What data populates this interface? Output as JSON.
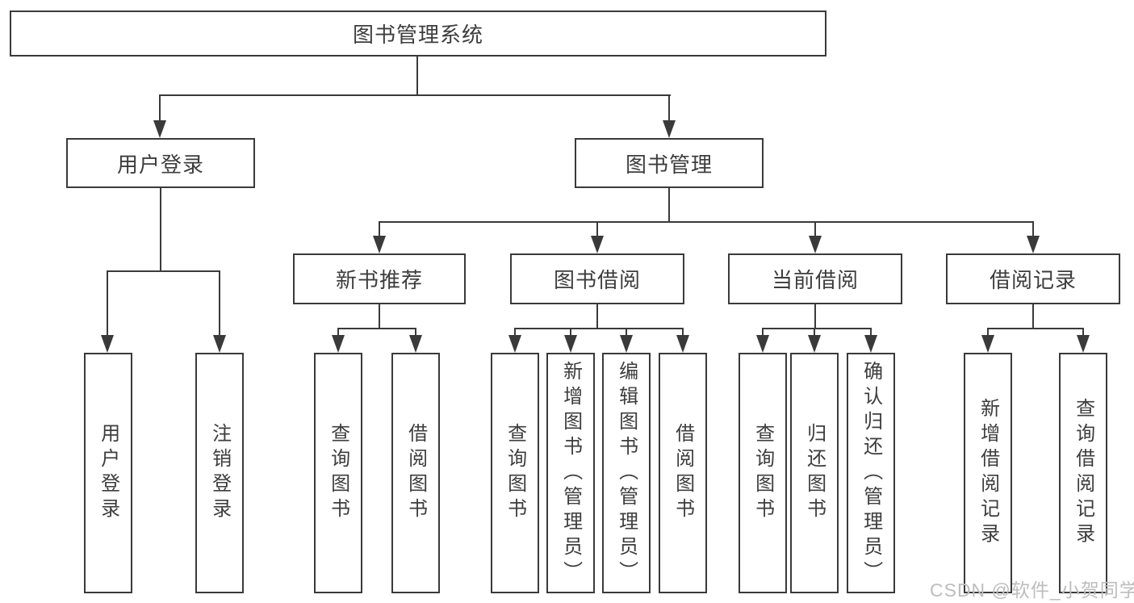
{
  "colors": {
    "line": "#3a3a3a",
    "text": "#3d3d3d",
    "background": "#ffffff",
    "watermark": "#bdbdbd"
  },
  "watermark": "CSDN @软件_小贺同学",
  "tree": {
    "label": "图书管理系统",
    "children": [
      {
        "label": "用户登录",
        "children": [
          {
            "label": "用户登录"
          },
          {
            "label": "注销登录"
          }
        ]
      },
      {
        "label": "图书管理",
        "children": [
          {
            "label": "新书推荐",
            "children": [
              {
                "label": "查询图书"
              },
              {
                "label": "借阅图书"
              }
            ]
          },
          {
            "label": "图书借阅",
            "children": [
              {
                "label": "查询图书"
              },
              {
                "label": "新增图书（管理员）"
              },
              {
                "label": "编辑图书（管理员）"
              },
              {
                "label": "借阅图书"
              }
            ]
          },
          {
            "label": "当前借阅",
            "children": [
              {
                "label": "查询图书"
              },
              {
                "label": "归还图书"
              },
              {
                "label": "确认归还（管理员）"
              }
            ]
          },
          {
            "label": "借阅记录",
            "children": [
              {
                "label": "新增借阅记录"
              },
              {
                "label": "查询借阅记录"
              }
            ]
          }
        ]
      }
    ]
  }
}
